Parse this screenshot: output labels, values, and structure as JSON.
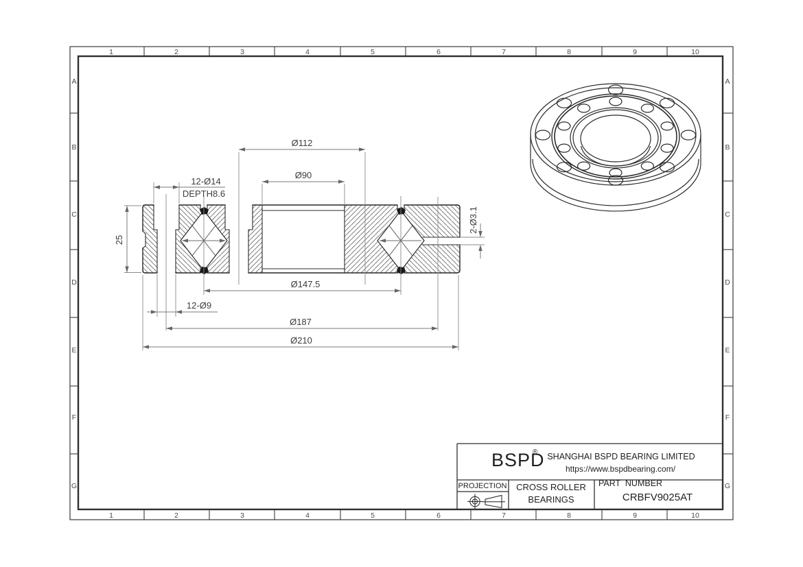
{
  "sheet": {
    "cols": [
      "1",
      "2",
      "3",
      "4",
      "5",
      "6",
      "7",
      "8",
      "9",
      "10"
    ],
    "rows": [
      "A",
      "B",
      "C",
      "D",
      "E",
      "F",
      "G"
    ]
  },
  "drawing": {
    "dimensions": {
      "land_bcd": "Ø112",
      "bore": "Ø90",
      "counterbore": "12-Ø14",
      "counterbore_depth": "DEPTH8.6",
      "width": "25",
      "pitch": "Ø147.5",
      "through_hole": "12-Ø9",
      "bolt_bcd": "Ø187",
      "outer_dia": "Ø210",
      "grease_hole": "2-Ø3.1"
    }
  },
  "title_block": {
    "logo": "BSPD",
    "registered": "®",
    "company": "SHANGHAI BSPD BEARING LIMITED",
    "website": "https://www.bspdbearing.com/",
    "projection_label": "PROJECTION",
    "product_line1": "CROSS ROLLER",
    "product_line2": "BEARINGS",
    "part_number_label": "PART  NUMBER",
    "part_number": "CRBFV9025AT"
  },
  "colors": {
    "line": "#262626",
    "dim": "#7a7a7a",
    "hatch": "#6b6b6b",
    "border": "#333333"
  }
}
